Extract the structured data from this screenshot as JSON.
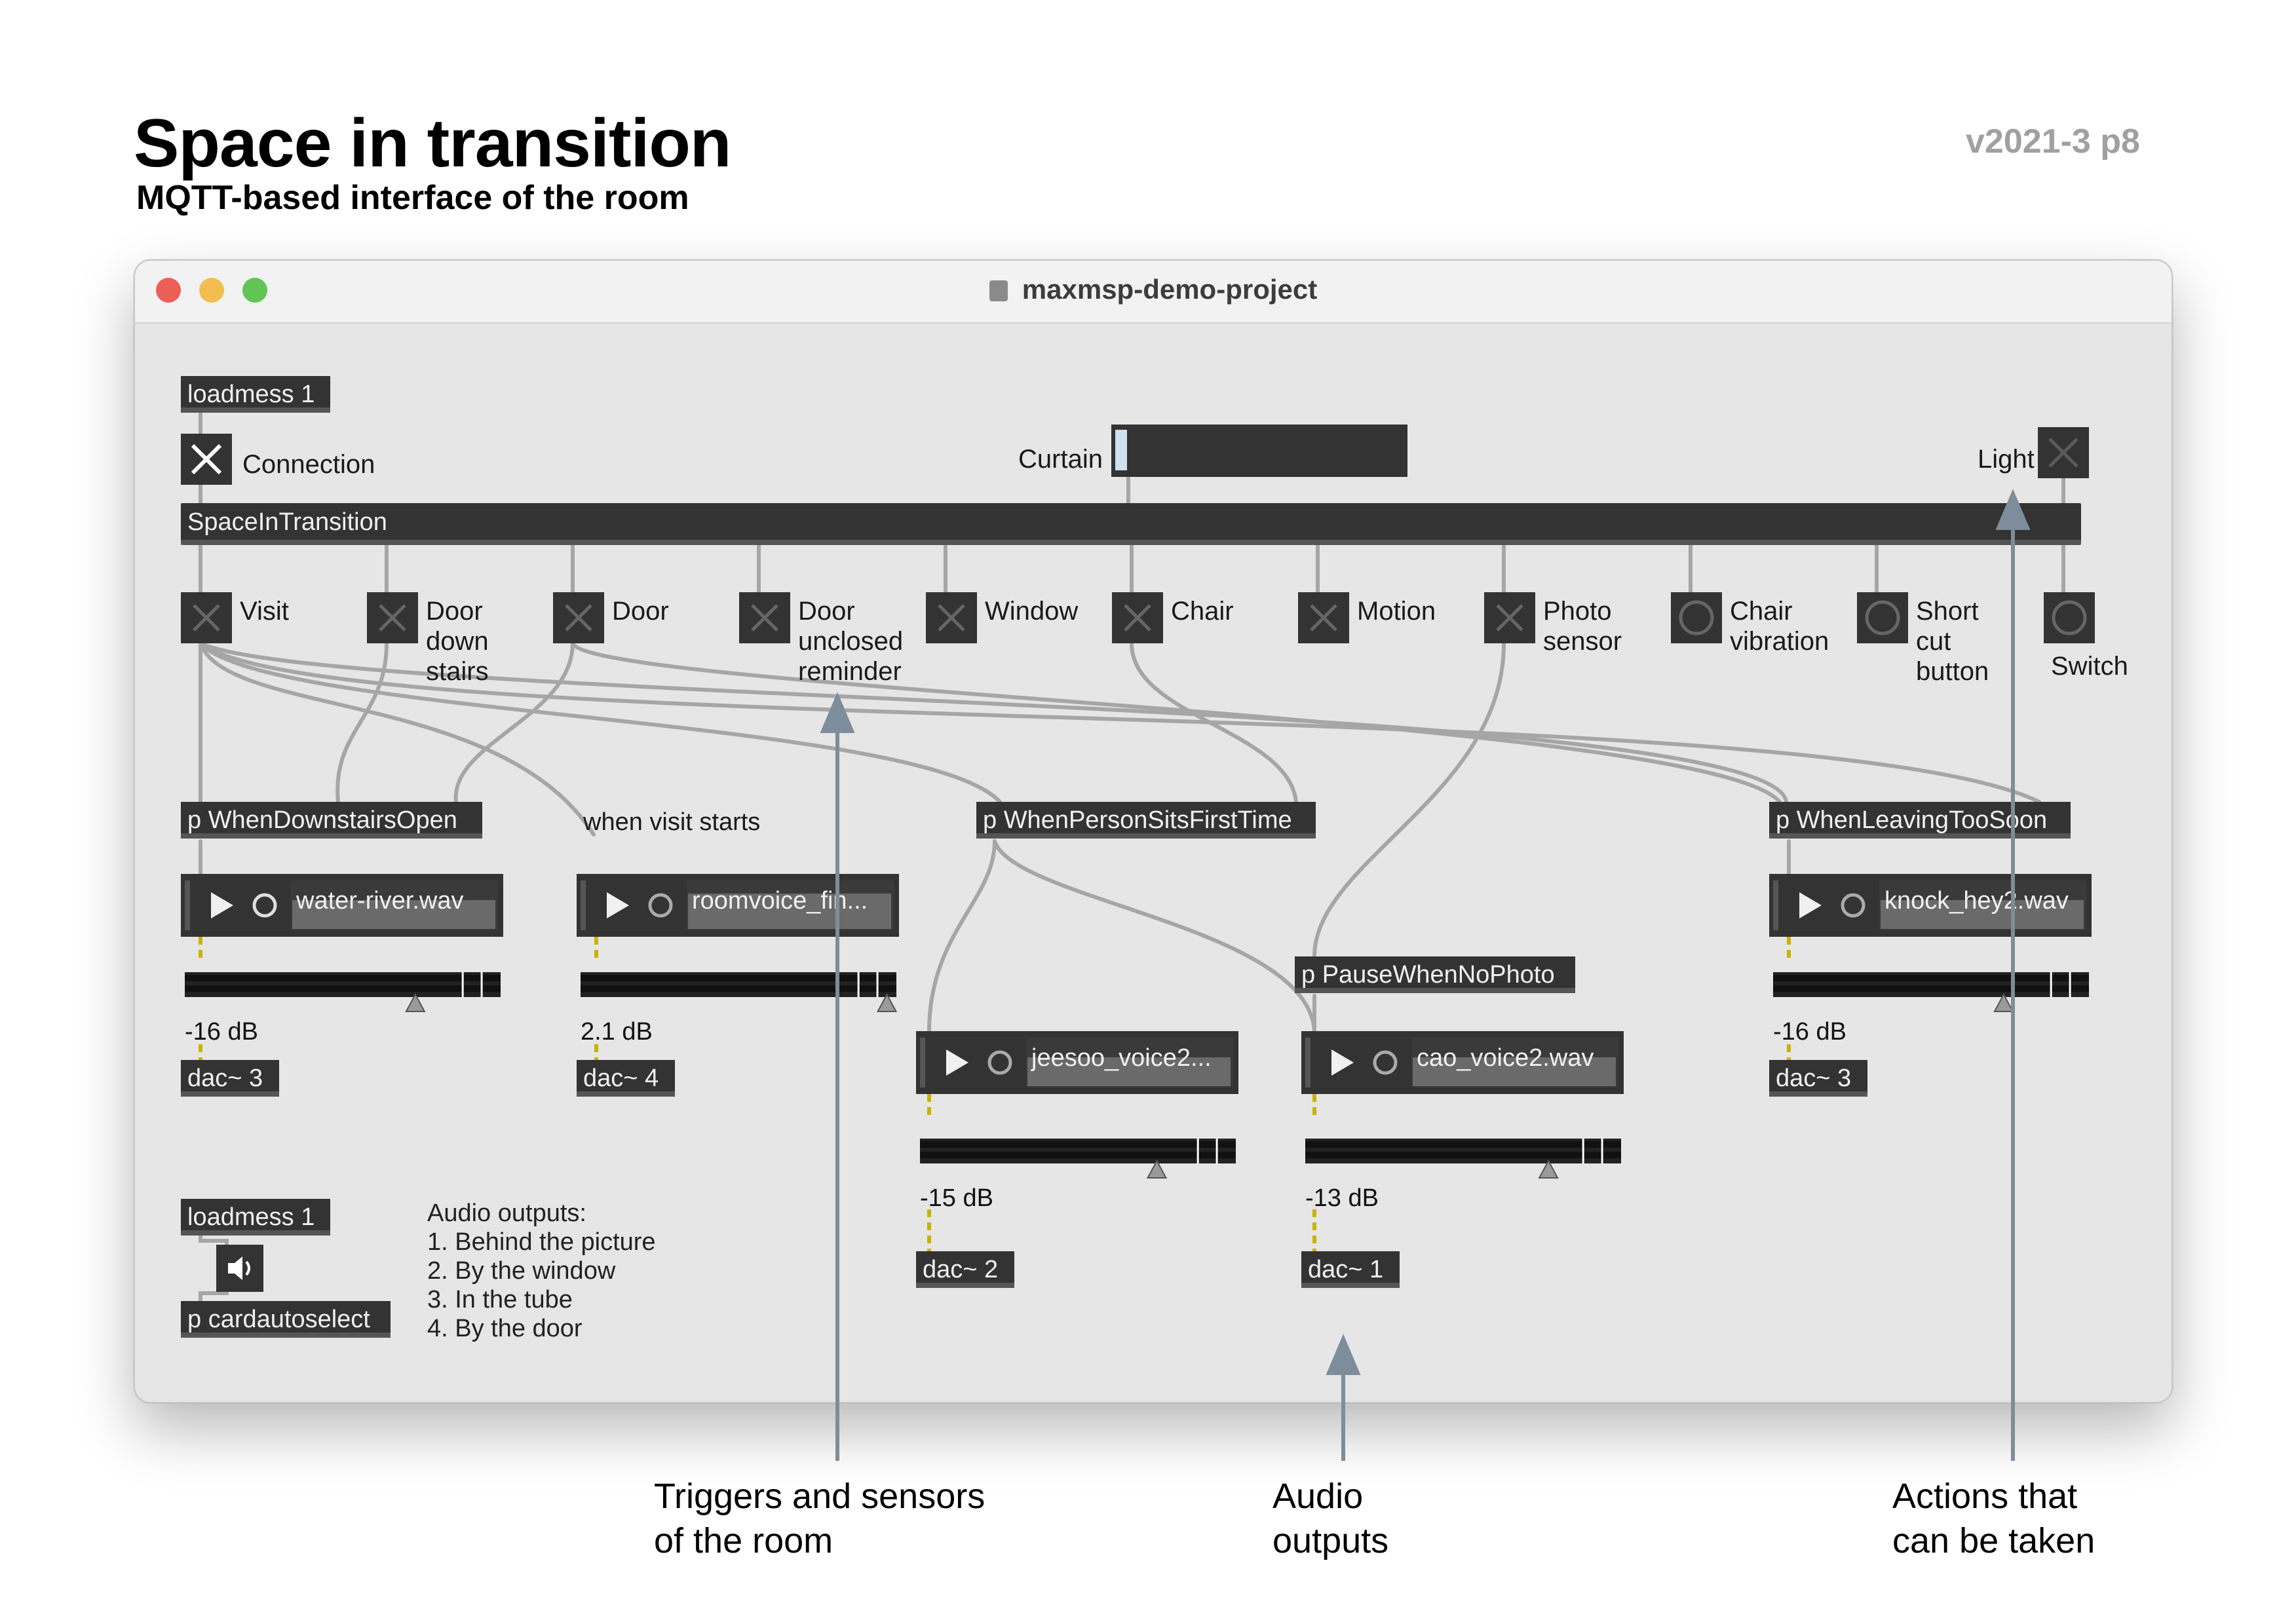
{
  "header": {
    "title": "Space in transition",
    "subtitle": "MQTT-based interface of the room",
    "version": "v2021-3 p8"
  },
  "window": {
    "title": "maxmsp-demo-project"
  },
  "patch": {
    "loadmess_top": "loadmess 1",
    "connection_label": "Connection",
    "curtain_label": "Curtain",
    "light_label": "Light",
    "main_object": "SpaceInTransition",
    "sensors": [
      {
        "label": "Visit"
      },
      {
        "label": "Door\ndown\nstairs"
      },
      {
        "label": "Door"
      },
      {
        "label": "Door\nunclosed\nreminder"
      },
      {
        "label": "Window"
      },
      {
        "label": "Chair"
      },
      {
        "label": "Motion"
      },
      {
        "label": "Photo\nsensor"
      },
      {
        "label": "Chair\nvibration"
      },
      {
        "label": "Short\ncut\nbutton"
      },
      {
        "label": "Switch"
      }
    ],
    "subpatchers": {
      "downstairs": "p WhenDownstairsOpen",
      "sits": "p WhenPersonSitsFirstTime",
      "leaving": "p WhenLeavingTooSoon",
      "pause": "p PauseWhenNoPhoto",
      "card": "p cardautoselect"
    },
    "comment_visit": "when visit starts",
    "players": [
      {
        "file": "water-river.wav",
        "db": "-16 dB",
        "dac": "dac~ 3",
        "level": 0.73
      },
      {
        "file": "roomvoice_fin...",
        "db": "2.1 dB",
        "dac": "dac~ 4",
        "level": 0.97
      },
      {
        "file": "jeesoo_voice2...",
        "db": "-15 dB",
        "dac": "dac~ 2",
        "level": 0.75
      },
      {
        "file": "cao_voice2.wav",
        "db": "-13 dB",
        "dac": "dac~ 1",
        "level": 0.77
      },
      {
        "file": "knock_hey2.wav",
        "db": "-16 dB",
        "dac": "dac~ 3",
        "level": 0.73
      }
    ],
    "loadmess_bottom": "loadmess 1",
    "audio_outputs_note": "Audio outputs:\n1. Behind the picture\n2. By the window\n3. In the tube\n4. By the door"
  },
  "captions": {
    "triggers": "Triggers and sensors\nof the room",
    "audio": "Audio\noutputs",
    "actions": "Actions that\ncan be taken"
  },
  "colors": {
    "close": "#ec5f58",
    "minimize": "#f4bd4f",
    "zoom": "#61c454",
    "object": "#333333",
    "cable": "#a8a8a8",
    "arrow": "#7d8d9b"
  }
}
